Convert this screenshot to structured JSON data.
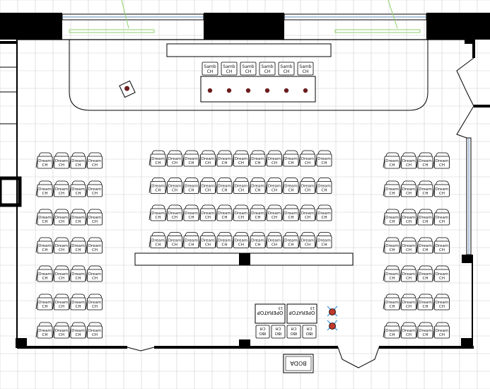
{
  "seat_labels": [
    "Dream",
    "CH"
  ],
  "stage_chair_labels": [
    "Samb",
    "CH"
  ],
  "operator_label": "OPERATOP",
  "operator_code": "13",
  "console_chair_labels": [
    "IBO",
    "CH"
  ],
  "water_label": "BODA",
  "colors": {
    "line": "#000000",
    "grid": "#cfcfcf",
    "window": "#5f88b8",
    "light": "#8fcf6a",
    "marker": "#c0392b",
    "marker_cross": "#3b8fd9"
  },
  "layout_counts": {
    "left_block": {
      "rows": 7,
      "seats_per_row": 4
    },
    "center_block": {
      "rows": 4,
      "seats_per_row": 11
    },
    "right_block": {
      "rows": 7,
      "seats_per_row": 4
    },
    "stage_chairs": 6,
    "operator_consoles": 2,
    "console_chairs": 4
  }
}
